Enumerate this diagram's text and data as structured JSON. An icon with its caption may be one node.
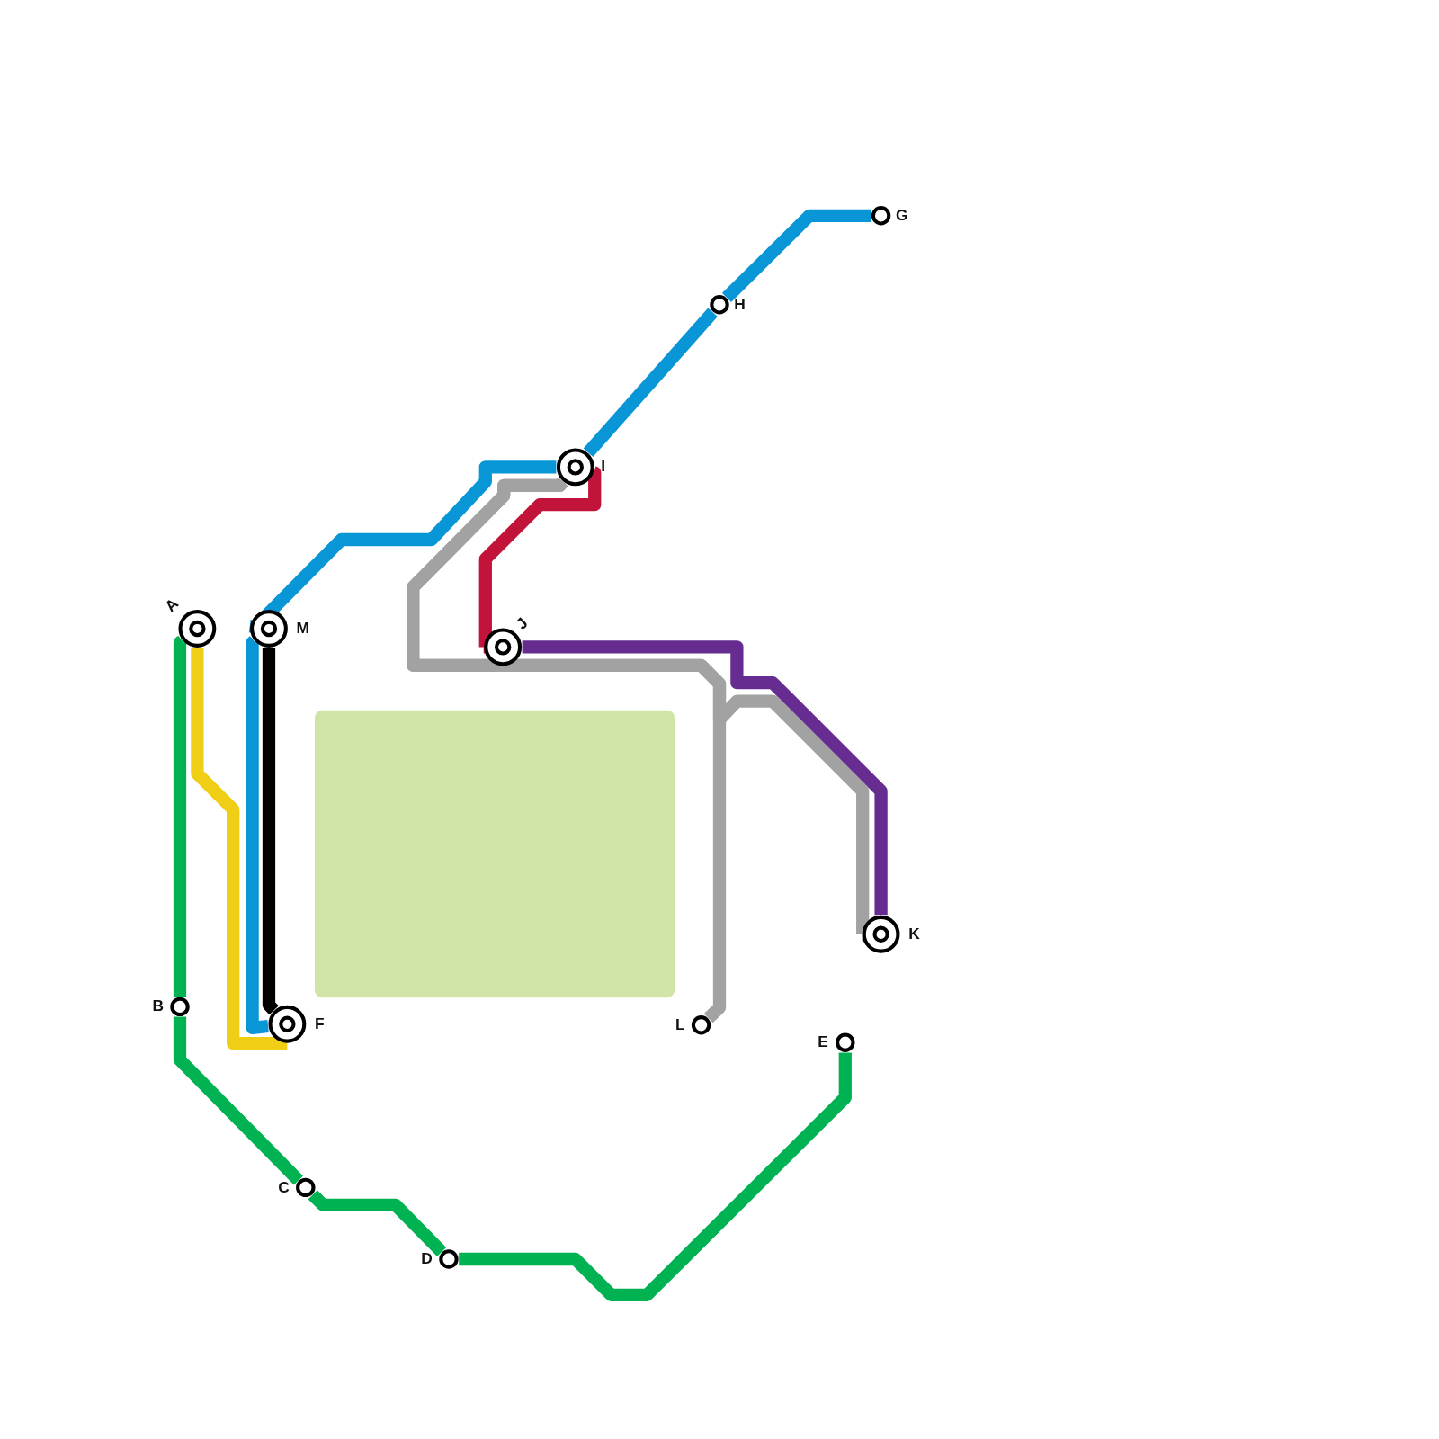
{
  "diagram": {
    "nodes": [
      {
        "text": [
          "A"
        ]
      },
      {
        "text": [
          "B"
        ]
      },
      {
        "text": [
          "C"
        ]
      },
      {
        "text": [
          "D"
        ]
      },
      {
        "text": [
          "E"
        ]
      },
      {
        "text": [
          "F"
        ]
      },
      {
        "text": [
          "G"
        ]
      },
      {
        "text": [
          "H"
        ]
      },
      {
        "text": [
          "I"
        ]
      },
      {
        "text": [
          "J"
        ]
      },
      {
        "text": [
          "K"
        ]
      },
      {
        "text": [
          "L"
        ]
      },
      {
        "text": [
          "M"
        ]
      },
      {
        "text": [],
        "shape": "box"
      }
    ],
    "edges": [
      {
        "from": 0,
        "to": 1,
        "arrow": "none",
        "color": "#00b251"
      },
      {
        "from": 1,
        "to": 2,
        "arrow": "none",
        "color": "#00b251"
      },
      {
        "from": 2,
        "to": 3,
        "arrow": "none",
        "color": "#00b251"
      },
      {
        "from": 3,
        "to": 4,
        "arrow": "none",
        "color": "#00b251"
      },
      {
        "from": 0,
        "to": 5,
        "arrow": "none",
        "color": "#f0ce15"
      },
      {
        "from": 6,
        "to": 7,
        "arrow": "none",
        "color": "#0896d7"
      },
      {
        "from": 7,
        "to": 8,
        "arrow": "none",
        "color": "#0896d7"
      },
      {
        "from": 8,
        "to": 12,
        "arrow": "none",
        "color": "#0896d7"
      },
      {
        "from": 12,
        "to": 5,
        "arrow": "none",
        "color": "#0896d7"
      },
      {
        "from": 12,
        "to": 5,
        "arrow": "none",
        "color": "#000000"
      },
      {
        "from": 8,
        "to": 9,
        "arrow": "none",
        "color": "#c2133b"
      },
      {
        "from": 9,
        "to": 10,
        "arrow": "none",
        "color": "#662c90"
      },
      {
        "from": 8,
        "to": 11,
        "arrow": "none",
        "color": "#a2a2a2"
      },
      {
        "from": 8,
        "to": 10,
        "arrow": "none",
        "color": "#a2a2a2"
      }
    ]
  }
}
